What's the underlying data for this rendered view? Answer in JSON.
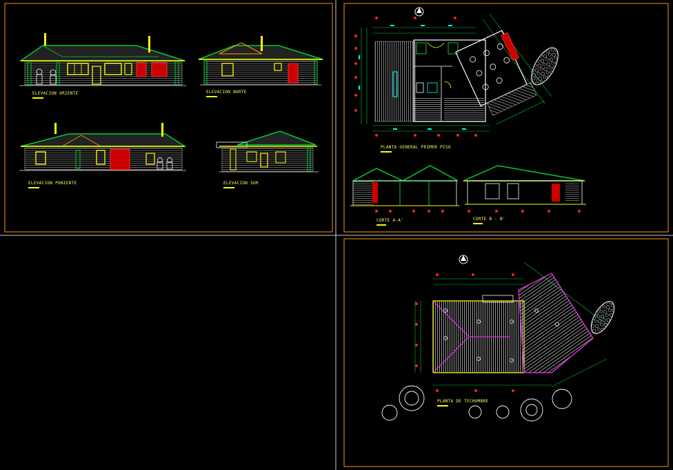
{
  "colors": {
    "background": "#000000",
    "frame": "#ff9900",
    "divider": "#cccccc",
    "roof": "#00cc33",
    "wall": "#aaaaaa",
    "trim": "#ffff00",
    "window": "#ff0000",
    "dimension": "#00ffff",
    "marker": "#ff2222",
    "hatch": "#d0d0d0",
    "magenta": "#ff33ff"
  },
  "sheet_top_left": {
    "labels": {
      "elev_oriente": "ELEVACION ORIENTE",
      "elev_norte": "ELEVACION NORTE",
      "elev_poniente": "ELEVACION PONIENTE",
      "elev_sur": "ELEVACION SUR"
    }
  },
  "sheet_top_right": {
    "labels": {
      "planta": "PLANTA GENERAL PRIMER PISO",
      "corte_a": "CORTE A-A'",
      "corte_b": "CORTE B - B'"
    }
  },
  "sheet_bottom_right": {
    "labels": {
      "techumbre": "PLANTA DE TECHUMBRE"
    }
  }
}
